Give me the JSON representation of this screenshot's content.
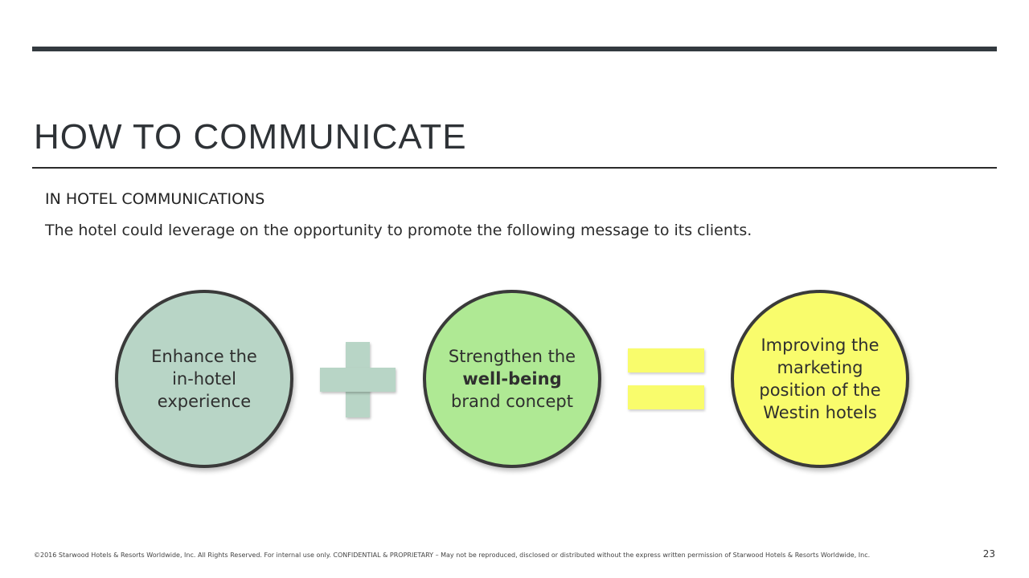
{
  "slide": {
    "title": "HOW TO COMMUNICATE",
    "subheading": "IN HOTEL COMMUNICATIONS",
    "description": "The hotel could leverage on the opportunity to promote the following message to its clients."
  },
  "equation": {
    "circles": [
      {
        "lines": [
          "Enhance the",
          "in-hotel",
          "experience"
        ],
        "color": "#b8d5c6"
      },
      {
        "lines": [
          "Strengthen the",
          "well-being",
          "brand concept"
        ],
        "bold_line": "well-being",
        "color": "#afe994"
      },
      {
        "lines": [
          "Improving the",
          "marketing",
          "position of the",
          "Westin hotels"
        ],
        "color": "#f9fc6c"
      }
    ],
    "operators": [
      {
        "icon": "plus-icon",
        "color": "#b8d5c6"
      },
      {
        "icon": "equals-icon",
        "color": "#f9fc6c"
      }
    ]
  },
  "footer": {
    "copyright": "©2016 Starwood Hotels & Resorts Worldwide, Inc. All Rights Reserved. For internal use only. CONFIDENTIAL & PROPRIETARY – May not be reproduced, disclosed or distributed without the express written permission of Starwood Hotels & Resorts Worldwide, Inc.",
    "page_number": "23"
  }
}
